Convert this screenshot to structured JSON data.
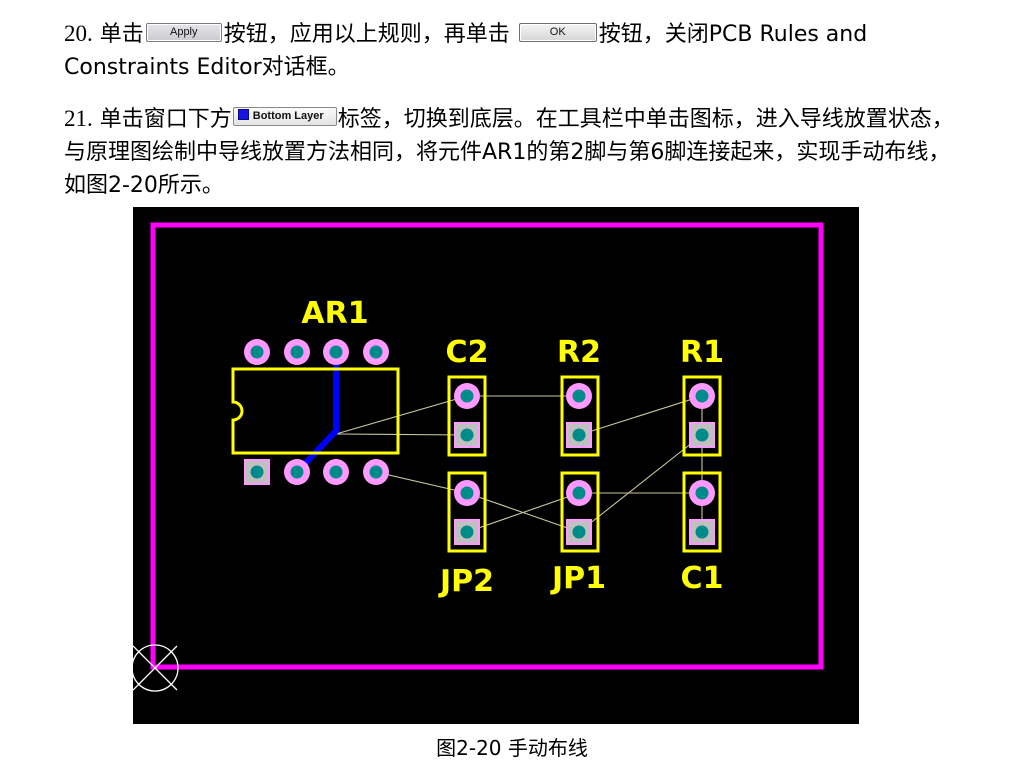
{
  "step20": {
    "number": "20.",
    "text_a": " 单击",
    "apply_button": "Apply",
    "text_b": "按钮，应用以上规则，再单击 ",
    "ok_button": "OK",
    "text_c": "按钮，关闭PCB Rules and Constraints Editor对话框。"
  },
  "step21": {
    "number": "21.",
    "text_a": " 单击窗口下方",
    "layer_tab": "Bottom Layer",
    "text_b": "标签，切换到底层。在工具栏中单击图标，进入导线放置状态，与原理图绘制中导线放置方法相同，将元件AR1的第2脚与第6脚连接起来，实现手动布线，如图2-20所示。"
  },
  "figure": {
    "caption": "图2-20 手动布线",
    "designators": {
      "ar1": "AR1",
      "c2": "C2",
      "r2": "R2",
      "r1": "R1",
      "jp2": "JP2",
      "jp1": "JP1",
      "c1": "C1"
    },
    "colors": {
      "board_background": "#000000",
      "board_outline": "#ff00ff",
      "silkscreen": "#ffff00",
      "bottom_layer_track": "#0000ff",
      "ratsnest": "#c8c8a0",
      "pad_round_ring": "#ff99ff",
      "pad_square_fill": "#c0c0c0",
      "pad_hole": "#008b8b",
      "origin_marker": "#ffffff"
    }
  }
}
